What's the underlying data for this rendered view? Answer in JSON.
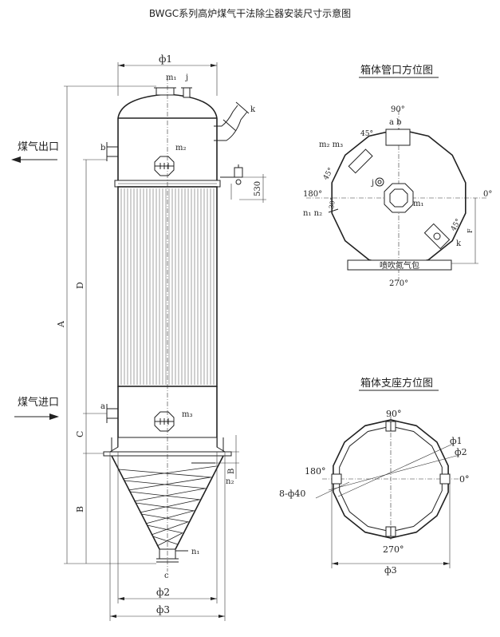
{
  "title": "BWGC系列高炉煤气干法除尘器安装尺寸示意图",
  "flow": {
    "outlet": "煤气出口",
    "inlet": "煤气进口"
  },
  "main_view": {
    "labels": {
      "phi1": "ф1",
      "phi2": "ф2",
      "phi3": "ф3",
      "m1": "m₁",
      "m2": "m₂",
      "m3": "m₃",
      "j": "j",
      "k": "k",
      "b": "b",
      "a": "a",
      "c": "c",
      "n1": "n₁",
      "n2": "n₂",
      "dim_530": "530",
      "dim_A": "A",
      "dim_B_lower": "B",
      "dim_B_small": "B",
      "dim_C": "C",
      "dim_D": "D"
    }
  },
  "nozzle_view": {
    "title": "箱体管口方位图",
    "angle_90": "90°",
    "angle_180": "180°",
    "angle_0": "0°",
    "angle_270": "270°",
    "angle_45_top": "45°",
    "angle_45_left": "45°",
    "angle_30": "30°",
    "angle_45_right": "45°",
    "dim_F": "F",
    "label_ab": "a  b",
    "label_m2m3": "m₂ m₃",
    "label_j": "j",
    "label_m1": "m₁",
    "label_n1n2": "n₁ n₂",
    "label_k": "k",
    "blow_pack": "喷吹氮气包"
  },
  "support_view": {
    "title": "箱体支座方位图",
    "angle_90": "90°",
    "angle_180": "180°",
    "angle_0": "0°",
    "angle_270": "270°",
    "phi1": "ф1",
    "phi2": "ф2",
    "phi3": "ф3",
    "bolt_holes": "8-ф40"
  }
}
